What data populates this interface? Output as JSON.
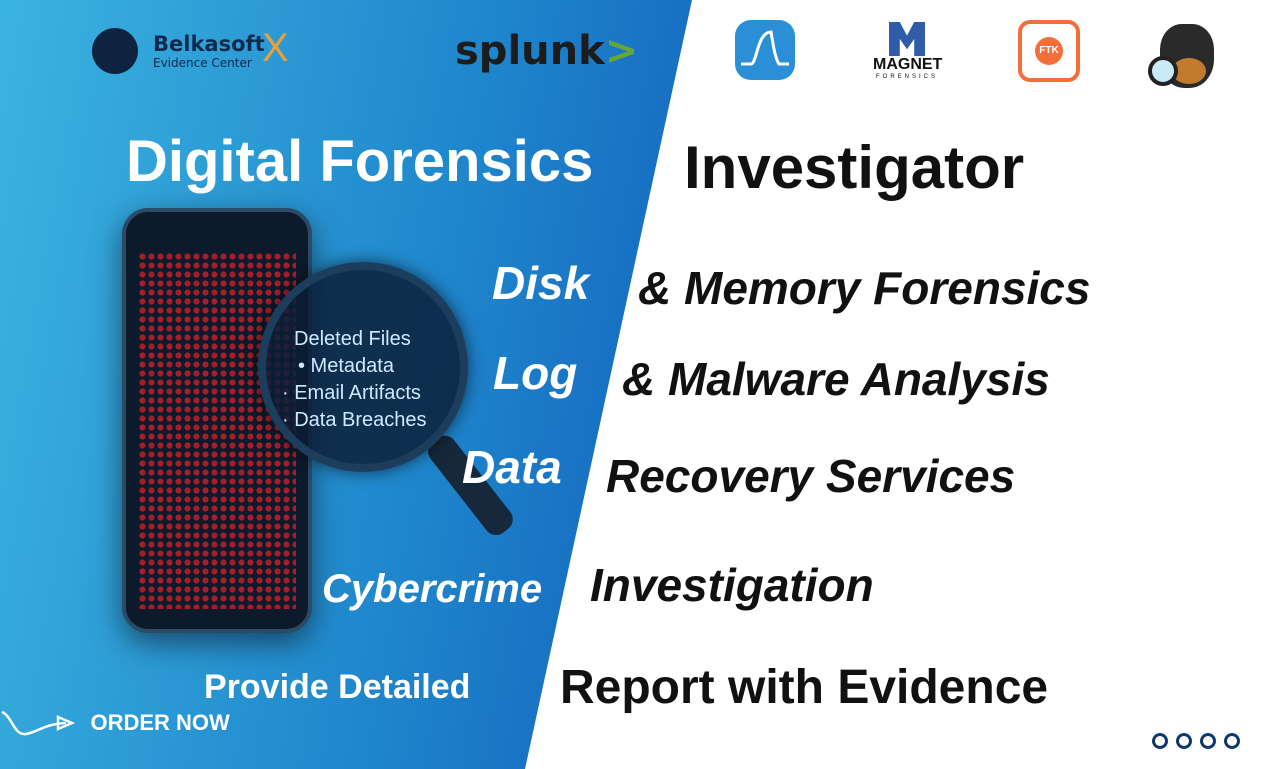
{
  "logos": {
    "belkasoft": {
      "name": "Belkasoft",
      "mark": "X",
      "sub": "Evidence Center"
    },
    "splunk": {
      "name": "splunk",
      "mark": ">"
    },
    "wireshark": "wireshark",
    "magnet": {
      "name": "MAGNET",
      "sub": "FORENSICS"
    },
    "ftk": "FTK",
    "autopsy": "autopsy"
  },
  "headline": {
    "left": "Digital Forensics",
    "right": "Investigator"
  },
  "services": [
    {
      "left": "Disk",
      "right": "& Memory Forensics"
    },
    {
      "left": "Log",
      "right": "& Malware  Analysis"
    },
    {
      "left": "Data",
      "right": "Recovery Services"
    },
    {
      "left": "Cybercrime",
      "right": "Investigation"
    },
    {
      "left": "Provide Detailed",
      "right": "Report with Evidence"
    }
  ],
  "lens_items": [
    "Deleted Files",
    "• Metadata",
    "· Email Artifacts",
    "· Data Breaches"
  ],
  "cta": "ORDER NOW",
  "colors": {
    "blue": "#0d4fb5",
    "splunk_green": "#65a637",
    "ftk_orange": "#f36f3a",
    "belkasoft_x": "#e9a03b"
  }
}
